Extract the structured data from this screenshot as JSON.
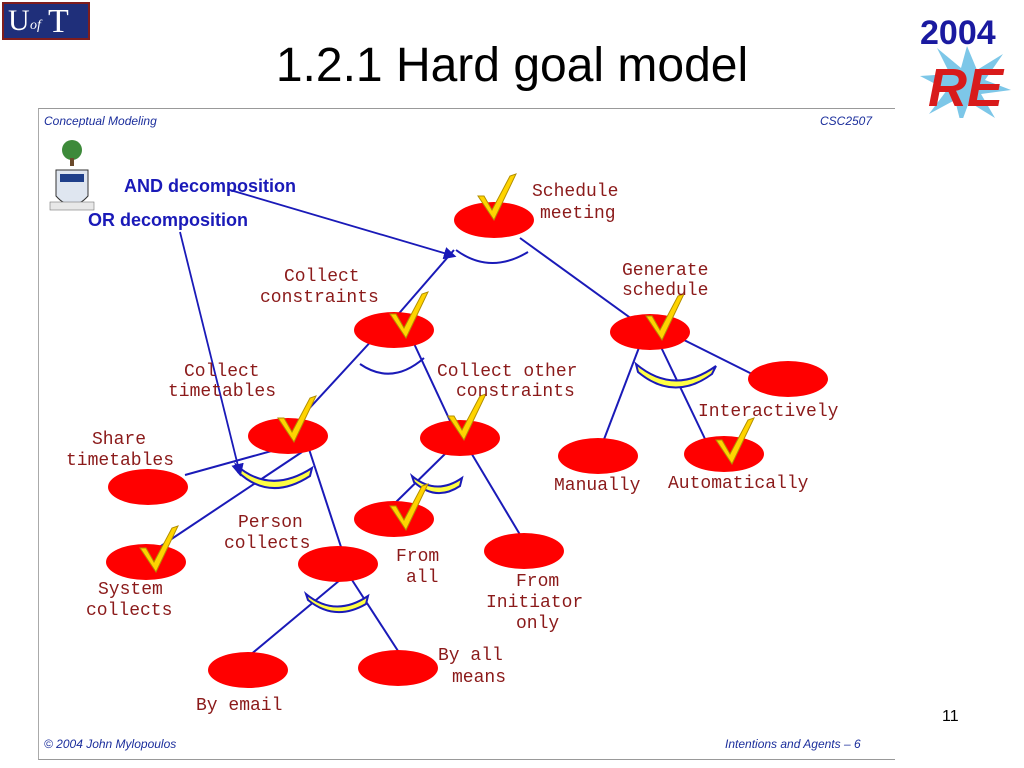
{
  "header": {
    "logo_text": "UofT",
    "title": "1.2.1 Hard goal model",
    "conference_year": "2004",
    "conference_logo": "RE"
  },
  "inner_slide": {
    "top_left": "Conceptual Modeling",
    "top_right": "CSC2507",
    "bottom_left": "© 2004  John Mylopoulos",
    "bottom_right": "Intentions and Agents – 6"
  },
  "legend": {
    "and_label": "AND decomposition",
    "or_label": "OR decomposition"
  },
  "goals": {
    "schedule_meeting": "Schedule meeting",
    "collect_constraints": "Collect constraints",
    "generate_schedule": "Generate schedule",
    "collect_timetables": "Collect timetables",
    "collect_other_constraints": "Collect other constraints",
    "share_timetables": "Share timetables",
    "system_collects": "System collects",
    "person_collects": "Person collects",
    "from_all": "From all",
    "from_initiator_only": "From Initiator only",
    "manually": "Manually",
    "automatically": "Automatically",
    "interactively": "Interactively",
    "by_email": "By email",
    "by_all_means": "By all means"
  },
  "slide_number": "11",
  "colors": {
    "goal_fill": "#ff0000",
    "check_fill": "#ffd400",
    "link": "#1a1ab8",
    "label": "#8b1a1a"
  }
}
